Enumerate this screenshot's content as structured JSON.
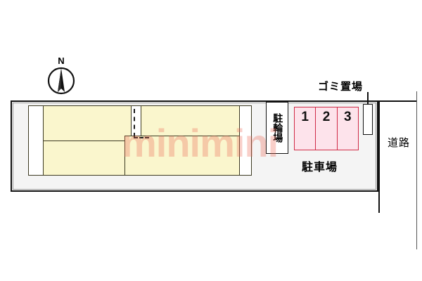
{
  "site_plan": {
    "compass": {
      "label": "N",
      "icon": "north-arrow-icon"
    },
    "watermark": {
      "text": "minimini",
      "color": "#ee6e5a"
    },
    "labels": {
      "trash_area": "ゴミ置場",
      "bicycle_parking": "駐輪場",
      "car_parking": "駐車場",
      "road": "道路"
    },
    "parking_stalls": [
      {
        "number": "1"
      },
      {
        "number": "2"
      },
      {
        "number": "3"
      }
    ],
    "colors": {
      "building_fill": "#faf6cd",
      "building_stroke": "#3d3a22",
      "stall_fill": "#fde3eb",
      "stall_stroke": "#d02a46",
      "site_fill": "#f4f4f4",
      "site_stroke": "#111111"
    },
    "building_units": [
      {
        "id": "unit-nw-upper"
      },
      {
        "id": "unit-nw-lower"
      },
      {
        "id": "unit-ne-upper"
      },
      {
        "id": "unit-ne-lower"
      }
    ]
  }
}
